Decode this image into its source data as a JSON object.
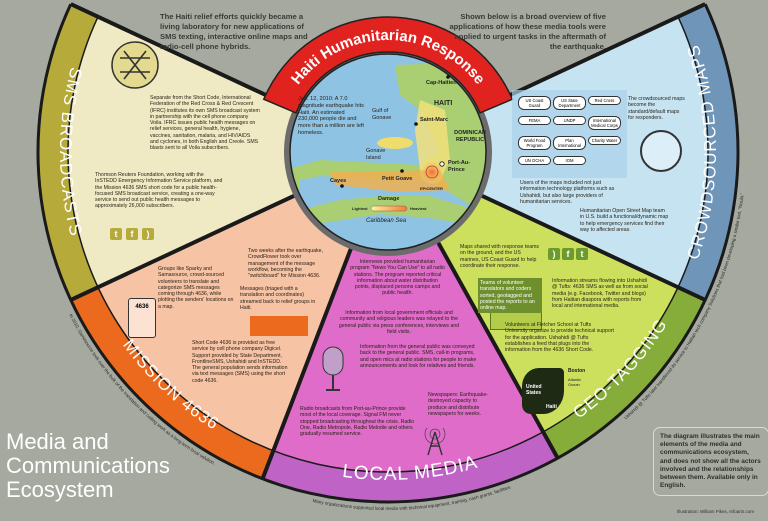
{
  "intro_left": "The Haiti relief efforts quickly became a living laboratory for new applications of SMS texting, interactive online maps and radio-cell phone hybrids.",
  "intro_right": "Shown below is a broad overview of five applications of how these media tools were applied to urgent tasks in the aftermath of the earthquake.",
  "title_lines": [
    "Media and",
    "Communications",
    "Ecosystem"
  ],
  "note": "The diagram illustrates the main elements of the media and communications ecosystem, and does not show all the actors involved and the relationships between them. Available only in English.",
  "credit": "Illustration: William Pikes, Infoarts.com",
  "colors": {
    "background": "#a5a99f",
    "ring_red": "#e0231f",
    "sea": "#8fc3e4",
    "land": "#a9cf72"
  },
  "center": {
    "ring_title": "Haiti Humanitarian Response",
    "quake_text": "Jan. 12, 2010: A 7.0 magnitude earthquake hits Haiti. An estimated 230,000 people die and more than a million are left homeless.",
    "labels": {
      "cap_haitien": "Cap-Haitien",
      "haiti": "HAITI",
      "gulf": "Gulf of Gonave",
      "saint_marc": "Saint-Marc",
      "gonave": "Gonave Island",
      "dominican": "DOMINICAN REPUBLIC",
      "port_au_prince": "Port-Au-Prince",
      "petit_goave": "Petit Goave",
      "epicenter": "EPICENTER",
      "cayes": "Cayes",
      "sea": "Caribbean Sea"
    },
    "legend": {
      "title": "Damage",
      "low": "Lightest",
      "high": "Heaviest"
    }
  },
  "sectors": {
    "sms": {
      "label": "SMS BROADCASTS",
      "fill": "#efeac4",
      "band": "#b5aa3a",
      "texts": [
        "Separate from the Short Code, International Federation of the Red Cross & Red Crescent (IFRC) institutes its own SMS broadcast system in partnership with the cell phone company Voila. IFRC issues public health messages on relief services, general health, hygiene, vaccines, sanitation, malaria, and HIV/AIDS and cyclones, in both English and Creole. SMS blasts sent to all Voila subscribers.",
        "Thomson Reuters Foundation, working with the InSTEDD Emergency Information Service platform, and the Mission 4636 SMS short code for a public health-focused SMS broadcast service, creating a one-way service to send out public health messages to approximately 26,000 subscribers."
      ],
      "icons": [
        "twitter-icon",
        "facebook-icon",
        "rss-icon"
      ]
    },
    "mission": {
      "label": "MISSION 4636",
      "fill": "#f6c3a5",
      "band": "#ec6a1e",
      "phone_label": "4636",
      "texts": [
        "Two weeks after the earthquake, CrowdFlower took over management of the message workflow, becoming the \"switchboard\" for Mission 4636.",
        "Messages (triaged with a translation and coordinates) streamed back to relief groups in Haiti.",
        "Groups like Sparky and Samasource, crowd-sourced volunteers to translate and categorize SMS messages coming through 4636, while plotting the senders' locations on a map.",
        "Short Code 4636 is provided as free service by cell phone company Digicel. Support provided by State Department, FrontlineSMS, Ushahidi and InSTEDD. The general population sends information via text messages (SMS) using the short code 4636."
      ],
      "footnote": "In 2010, Samasource took over the bulk of the translation and coding work as a long-term local solution."
    },
    "local": {
      "label": "LOCAL MEDIA",
      "fill": "#de6cc8",
      "band": "#bf63c6",
      "texts": [
        "Internews provided humanitarian program \"News You Can Use\" to all radio stations. The program reported critical information about water distribution points, displaced persons camps and public health.",
        "Information from local government officials and community and religious leaders was relayed to the general public via press conferences, interviews and field visits.",
        "Information from the general public was conveyed back to the general public. SMS, call-in programs, and open mics at radio stations for people to make announcements and look for relatives and friends.",
        "Radio broadcasts from Port-au-Prince provide most of the local coverage. Signal FM never stopped broadcasting throughout the crisis. Radio One, Radio Metropole, Radio Melodie and others gradually resumed service.",
        "Newspapers: Earthquake-destroyed capacity to produce and distribute newspapers for weeks."
      ],
      "footnote": "Many organizations supported local media with technical equipment, training, cash grants, facilities."
    },
    "geo": {
      "label": "GEO-TAGGING",
      "fill": "#cde05e",
      "band": "#86ad3a",
      "texts": [
        "Maps shared with response teams on the ground, and the US marines, US Coast Guard to help coordinate their response.",
        "Teams of volunteer translators and coders sorted, geotagged and posted the reports to an online map.",
        "Information streams flowing into Ushahidi @ Tufts: 4636 SMS as well as from social media (e.g. Facebook, Twitter and blogs) from Haitian diaspora with reports from local and international media.",
        "Volunteers at Fletcher School at Tufts University organize to provide technical support for the application. Ushahidi @ Tufts establishes a feed that plugs into the information from the 4636 Short Code."
      ],
      "map_labels": {
        "boston": "Boston",
        "ocean": "Atlantic Ocean",
        "us": "United States",
        "haiti": "Haiti"
      },
      "footnote": "Ushahidi @ Tufts later transferred its service to Haitian tech company Solutions that had been developing a similar tool, \"Noula.\""
    },
    "crowd": {
      "label": "CROWDSOURCED MAPS",
      "fill": "#c6e3f1",
      "band": "#6f95b9",
      "texts": [
        "Users of the maps included not just information technology platforms such as Ushahidi, but also large providers of humanitarian services.",
        "The crowdsourced maps become the standard/default maps for responders.",
        "Humanitarian Open Street Map team in U.S. build a functional/dynamic map to help emergency services find their way to affected areas."
      ],
      "bubbles": [
        "US Coast Guard",
        "US State Department",
        "Red Cross",
        "FEMA",
        "UNDP",
        "International Medical Corps",
        "World Food Program",
        "Plan International",
        "Charity Water",
        "UN OCHA",
        "IOM"
      ]
    }
  }
}
